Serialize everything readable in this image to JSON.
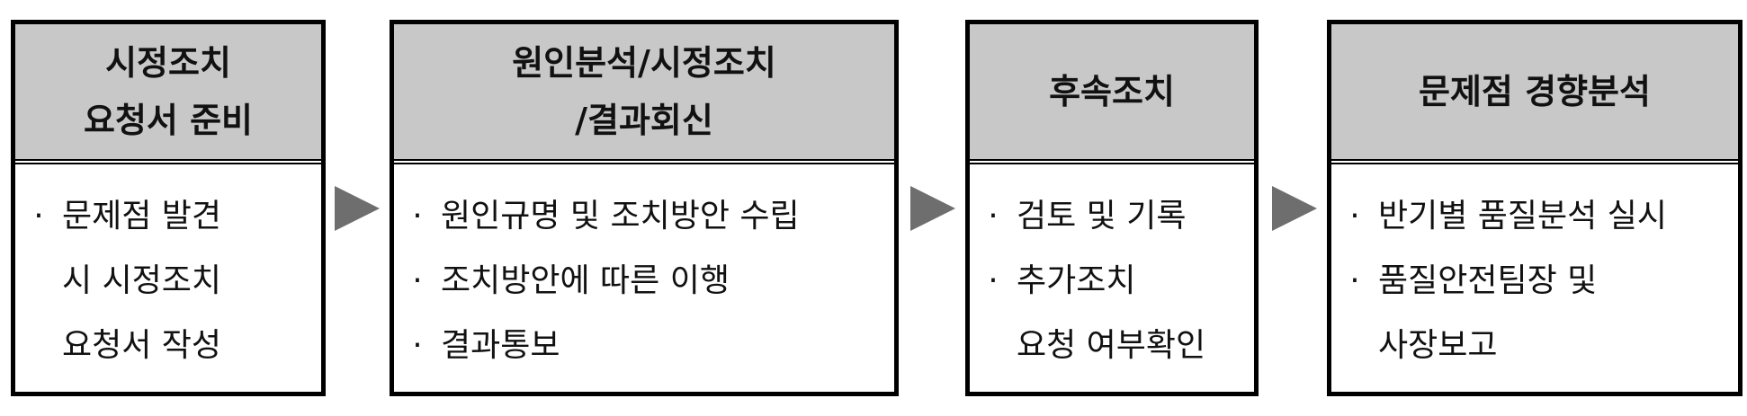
{
  "steps": [
    {
      "title": [
        "시정조치",
        "요청서 준비"
      ],
      "items": [
        [
          "문제점 발견",
          "시 시정조치",
          "요청서 작성"
        ]
      ]
    },
    {
      "title": [
        "원인분석/시정조치",
        "/결과회신"
      ],
      "items": [
        [
          "원인규명 및 조치방안 수립"
        ],
        [
          "조치방안에 따른 이행"
        ],
        [
          "결과통보"
        ]
      ]
    },
    {
      "title": [
        "후속조치"
      ],
      "items": [
        [
          "검토 및 기록"
        ],
        [
          "추가조치",
          "요청 여부확인"
        ]
      ]
    },
    {
      "title": [
        "문제점 경향분석"
      ],
      "items": [
        [
          "반기별 품질분석 실시"
        ],
        [
          "품질안전팀장 및",
          "사장보고"
        ]
      ]
    }
  ],
  "bullet": "·"
}
